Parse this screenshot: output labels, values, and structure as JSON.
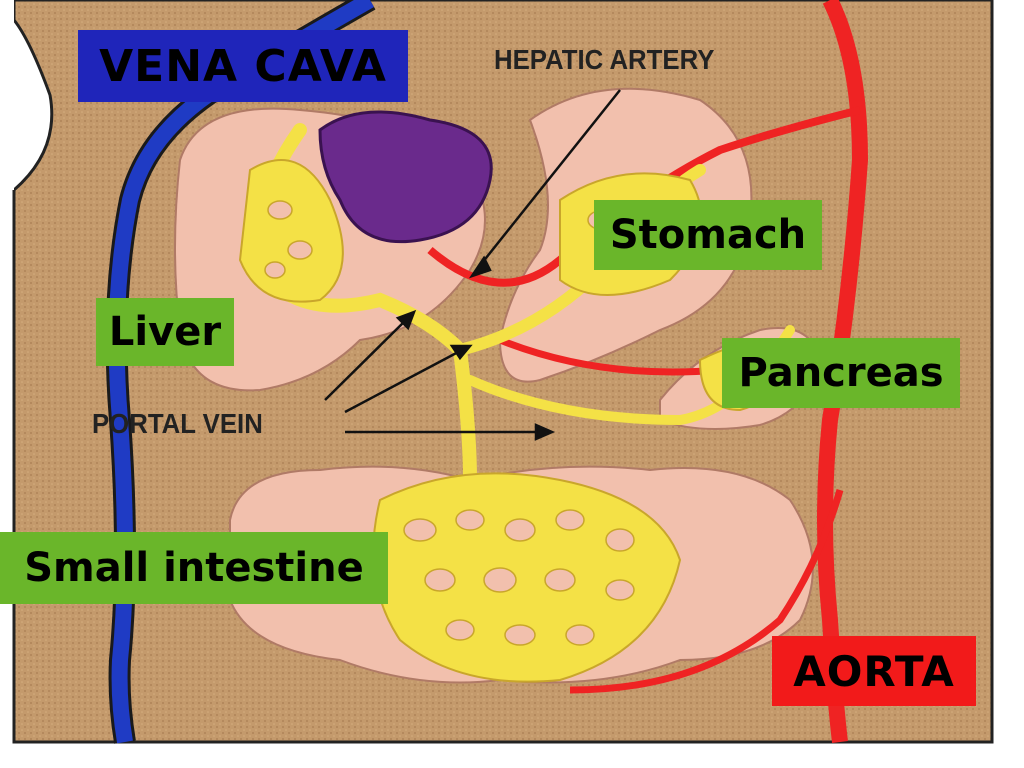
{
  "labels": {
    "vena_cava": "VENA CAVA",
    "hepatic_artery": "HEPATIC ARTERY",
    "stomach": "Stomach",
    "liver": "Liver",
    "pancreas": "Pancreas",
    "portal_vein": "PORTAL VEIN",
    "small_intestine": "Small intestine",
    "aorta": "AORTA"
  },
  "colors": {
    "background": "#c49a6c",
    "organ": "#f2c0ad",
    "portal_vessels": "#f4e146",
    "vena_cava": "#1f3bc4",
    "aorta": "#ef2323",
    "liver_veins": "#6a2a8c",
    "label_green": "#6ab62a"
  }
}
